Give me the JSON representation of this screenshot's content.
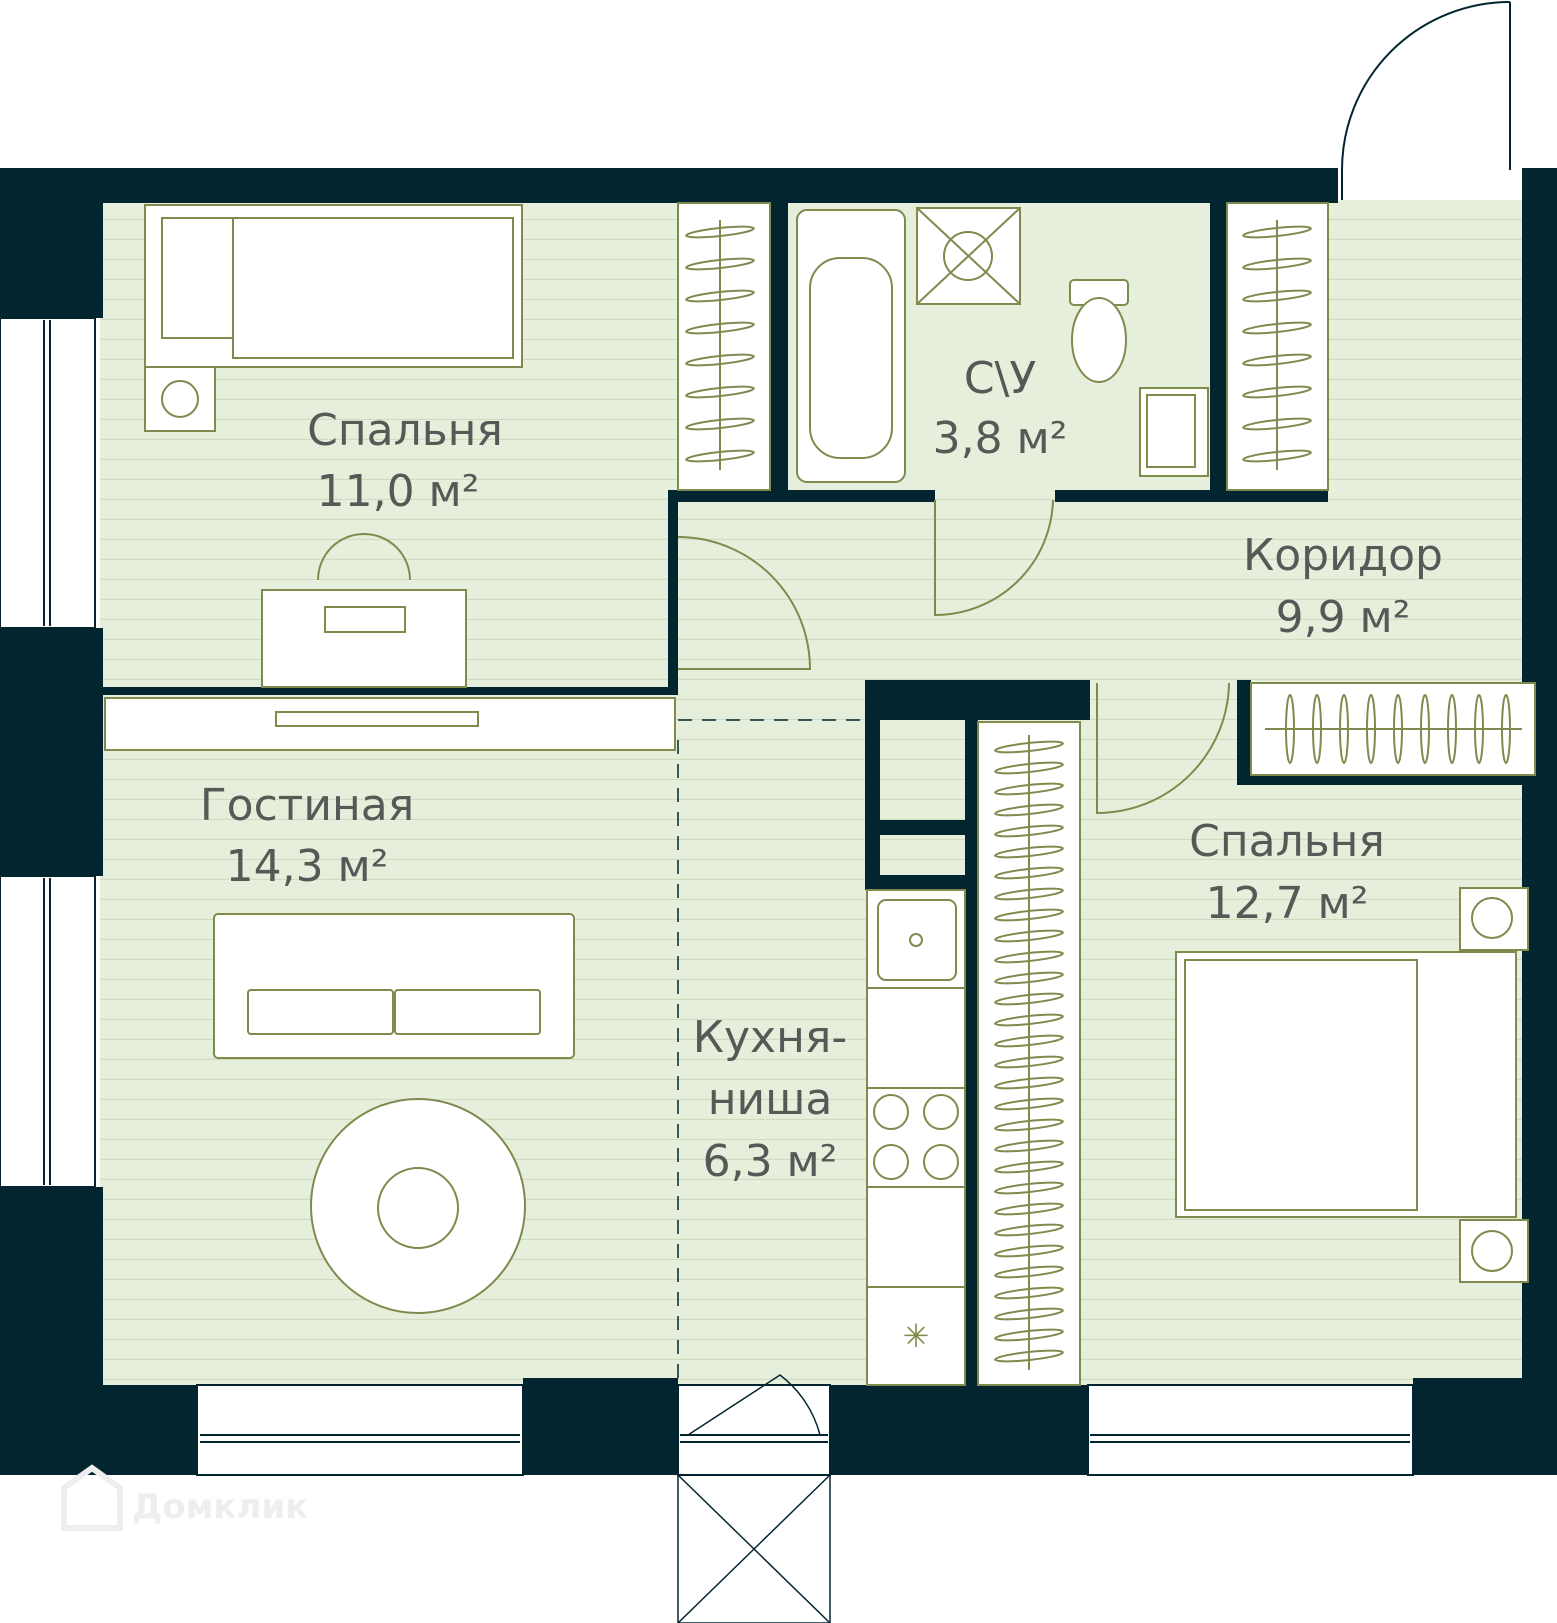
{
  "plan": {
    "colors": {
      "wall": "#032530",
      "floor": "#e6efdc",
      "line": "#7f8a4c",
      "text": "#555a57"
    },
    "rooms": [
      {
        "id": "bedroom-1",
        "name": "Спальня",
        "area": "11,0 м²"
      },
      {
        "id": "bathroom",
        "name": "С\\У",
        "area": "3,8 м²"
      },
      {
        "id": "corridor",
        "name": "Коридор",
        "area": "9,9 м²"
      },
      {
        "id": "living-room",
        "name": "Гостиная",
        "area": "14,3 м²"
      },
      {
        "id": "kitchen-niche",
        "name": "Кухня-",
        "name2": "ниша",
        "area": "6,3 м²"
      },
      {
        "id": "bedroom-2",
        "name": "Спальня",
        "area": "12,7 м²"
      }
    ]
  },
  "watermark": "Домклик"
}
